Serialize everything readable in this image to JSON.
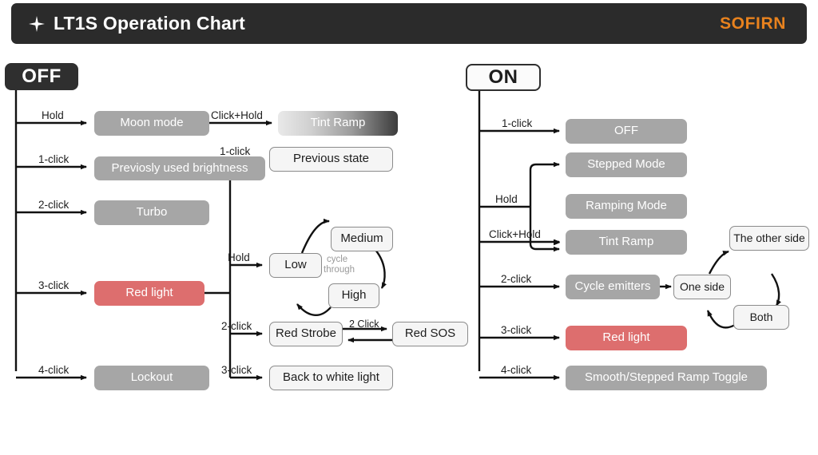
{
  "header": {
    "icon": "sparkle-icon",
    "title": "LT1S Operation Chart",
    "brand": "SOFIRN",
    "bg_color": "#2b2b2b",
    "brand_color": "#e8821e"
  },
  "colors": {
    "gray_node": "#a6a6a6",
    "red_node": "#dd6e6e",
    "white_node": "#f5f5f5",
    "dark_badge": "#2f2f2f",
    "cycle_label": "#9a9a9a"
  },
  "off_branch": {
    "state_label": "OFF",
    "rows": [
      {
        "edge": "Hold",
        "node": "Moon mode"
      },
      {
        "edge": "1-click",
        "node": "Previosly used brightness"
      },
      {
        "edge": "2-click",
        "node": "Turbo"
      },
      {
        "edge": "3-click",
        "node": "Red light"
      },
      {
        "edge": "4-click",
        "node": "Lockout"
      }
    ],
    "moon_mode_next": {
      "edge": "Click+Hold",
      "node": "Tint Ramp"
    }
  },
  "red_light_branch": {
    "rows": [
      {
        "edge": "1-click",
        "node": "Previous state"
      },
      {
        "edge": "Hold",
        "node": "Low"
      },
      {
        "edge": "2-click",
        "node": "Red Strobe"
      },
      {
        "edge": "3-click",
        "node": "Back to white light"
      }
    ],
    "ramp_cycle": {
      "note": "cycle through",
      "note_line1": "cycle",
      "note_line2": "through",
      "steps": [
        "Low",
        "Medium",
        "High"
      ]
    },
    "strobe_toggle": {
      "edge": "2 Click",
      "node": "Red SOS"
    }
  },
  "on_branch": {
    "state_label": "ON",
    "rows": [
      {
        "edge": "1-click",
        "node": "OFF"
      },
      {
        "edge": "Hold",
        "node": "Stepped Mode",
        "node2": "Ramping Mode"
      },
      {
        "edge": "Click+Hold",
        "node": "Tint Ramp"
      },
      {
        "edge": "2-click",
        "node": "Cycle emitters"
      },
      {
        "edge": "3-click",
        "node": "Red light"
      },
      {
        "edge": "4-click",
        "node": "Smooth/Stepped Ramp Toggle"
      }
    ],
    "emitter_cycle": {
      "entry": "One side",
      "steps": [
        "One side",
        "The other side",
        "Both"
      ]
    }
  }
}
